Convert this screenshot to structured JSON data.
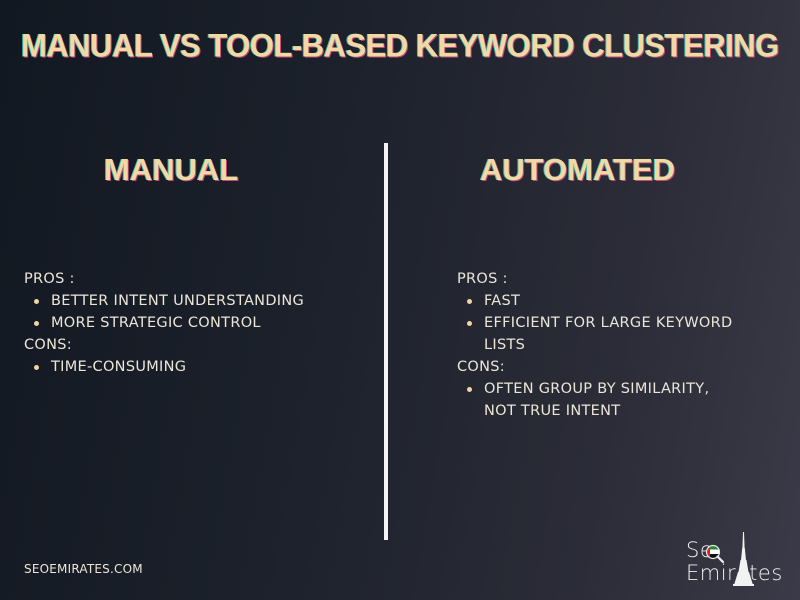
{
  "header": {
    "title": "MANUAL VS TOOL-BASED KEYWORD CLUSTERING"
  },
  "columns": {
    "manual": {
      "title": "MANUAL",
      "pros_label": "PROS :",
      "pros": [
        "BETTER INTENT UNDERSTANDING",
        "MORE STRATEGIC CONTROL"
      ],
      "cons_label": "CONS:",
      "cons": [
        "TIME-CONSUMING"
      ]
    },
    "automated": {
      "title": "AUTOMATED",
      "pros_label": "PROS :",
      "pros": [
        "FAST",
        "EFFICIENT FOR LARGE KEYWORD LISTS"
      ],
      "cons_label": "CONS:",
      "cons": [
        "OFTEN GROUP BY SIMILARITY, NOT TRUE INTENT"
      ]
    }
  },
  "footer": {
    "url": "SEOEMIRATES.COM",
    "logo": {
      "line1": "Se",
      "line2_part1": "Emir",
      "line2_part2": "tes",
      "icon_magnifier": "uae-flag-magnifier-icon",
      "icon_tower": "burj-khalifa-icon"
    }
  },
  "colors": {
    "title": "#f2d9a3",
    "body_text": "#ece6d8",
    "bullet": "#efd6a0",
    "divider": "#f4f4f4",
    "bg_left": "#121821",
    "bg_right": "#3b3a48"
  }
}
